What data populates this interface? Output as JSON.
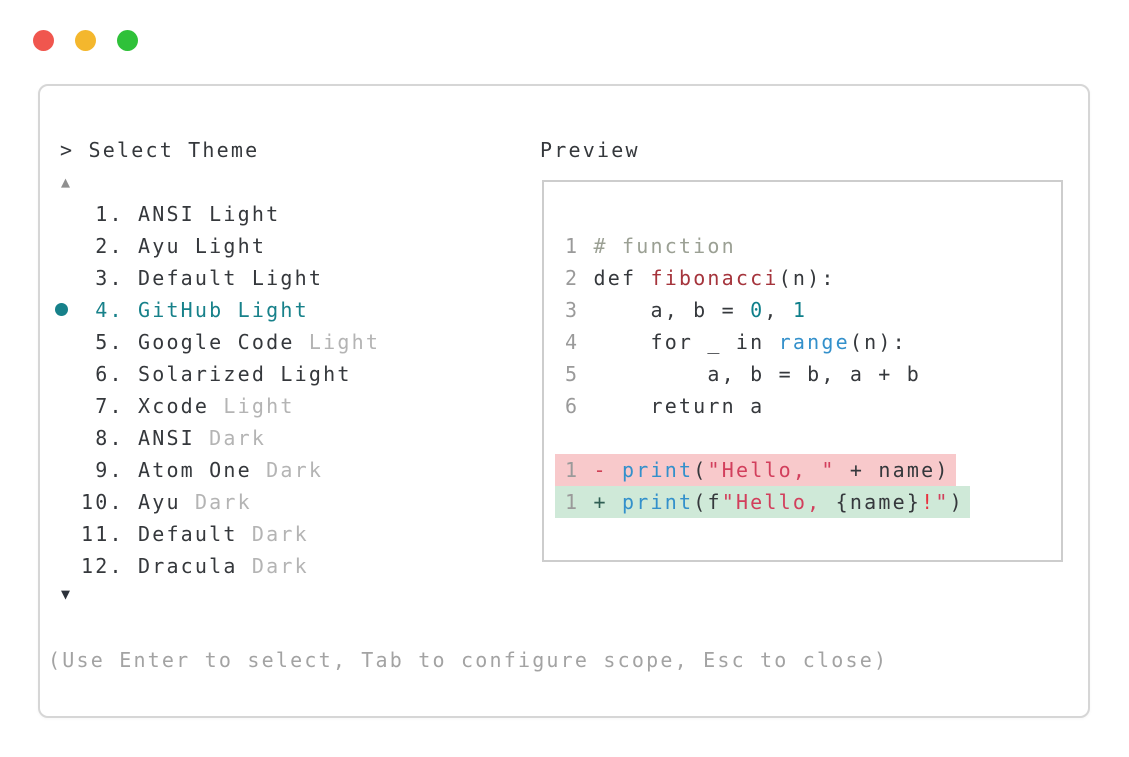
{
  "window_controls": {
    "close_color": "#f0564e",
    "minimize_color": "#f4b72d",
    "zoom_color": "#2fc139"
  },
  "header": {
    "prompt": "> ",
    "title": "Select Theme"
  },
  "preview_panel": {
    "label": "Preview"
  },
  "theme_list": {
    "scroll_up_indicator": "▲",
    "scroll_down_indicator": "▼",
    "selected_item": "GitHub Light",
    "accent_color": "#17818a",
    "muted_color": "#b4b4b4",
    "items": [
      {
        "num": " 1.",
        "main": "ANSI Light",
        "muted": "",
        "selected": false
      },
      {
        "num": " 2.",
        "main": "Ayu Light",
        "muted": "",
        "selected": false
      },
      {
        "num": " 3.",
        "main": "Default Light",
        "muted": "",
        "selected": false
      },
      {
        "num": " 4.",
        "main": "GitHub Light",
        "muted": "",
        "selected": true
      },
      {
        "num": " 5.",
        "main": "Google Code",
        "muted": "Light",
        "selected": false
      },
      {
        "num": " 6.",
        "main": "Solarized Light",
        "muted": "",
        "selected": false
      },
      {
        "num": " 7.",
        "main": "Xcode",
        "muted": "Light",
        "selected": false
      },
      {
        "num": " 8.",
        "main": "ANSI",
        "muted": "Dark",
        "selected": false
      },
      {
        "num": " 9.",
        "main": "Atom One",
        "muted": "Dark",
        "selected": false
      },
      {
        "num": "10.",
        "main": "Ayu",
        "muted": "Dark",
        "selected": false
      },
      {
        "num": "11.",
        "main": "Default",
        "muted": "Dark",
        "selected": false
      },
      {
        "num": "12.",
        "main": "Dracula",
        "muted": "Dark",
        "selected": false
      }
    ]
  },
  "code_preview": {
    "syntax_colors": {
      "fg": "#35383c",
      "comment": "#9ba094",
      "function": "#a5343c",
      "number": "#0e7f8a",
      "builtin": "#3390cb",
      "string": "#d23f5c",
      "diff_minus_sign": "#cf3f55",
      "diff_plus_sign": "#2f5e53",
      "punct_bright": "#e7333f",
      "line_number": "#9a9a9a",
      "removed_bg": "#f8c9cb",
      "added_bg": "#cfe9d8"
    },
    "lines": [
      {
        "num": "1",
        "type": "normal",
        "segments": [
          {
            "t": " # function",
            "c": "comment"
          }
        ]
      },
      {
        "num": "2",
        "type": "normal",
        "segments": [
          {
            "t": " def ",
            "c": "fg"
          },
          {
            "t": "fibonacci",
            "c": "function"
          },
          {
            "t": "(n):",
            "c": "fg"
          }
        ]
      },
      {
        "num": "3",
        "type": "normal",
        "segments": [
          {
            "t": "     a, b = ",
            "c": "fg"
          },
          {
            "t": "0",
            "c": "number"
          },
          {
            "t": ", ",
            "c": "fg"
          },
          {
            "t": "1",
            "c": "number"
          }
        ]
      },
      {
        "num": "4",
        "type": "normal",
        "segments": [
          {
            "t": "     for _ in ",
            "c": "fg"
          },
          {
            "t": "range",
            "c": "builtin"
          },
          {
            "t": "(n):",
            "c": "fg"
          }
        ]
      },
      {
        "num": "5",
        "type": "normal",
        "segments": [
          {
            "t": "         a, b = b, a + b",
            "c": "fg"
          }
        ]
      },
      {
        "num": "6",
        "type": "normal",
        "segments": [
          {
            "t": "     return a",
            "c": "fg"
          }
        ]
      },
      {
        "num": "",
        "type": "blank",
        "segments": []
      },
      {
        "num": "1",
        "type": "removed",
        "segments": [
          {
            "t": " ",
            "c": "fg"
          },
          {
            "t": "-",
            "c": "diff_minus_sign"
          },
          {
            "t": " ",
            "c": "fg"
          },
          {
            "t": "print",
            "c": "builtin"
          },
          {
            "t": "(",
            "c": "fg"
          },
          {
            "t": "\"Hello, \"",
            "c": "string"
          },
          {
            "t": " + name)",
            "c": "fg"
          }
        ]
      },
      {
        "num": "1",
        "type": "added",
        "segments": [
          {
            "t": " ",
            "c": "fg"
          },
          {
            "t": "+",
            "c": "diff_plus_sign"
          },
          {
            "t": " ",
            "c": "fg"
          },
          {
            "t": "print",
            "c": "builtin"
          },
          {
            "t": "(f",
            "c": "fg"
          },
          {
            "t": "\"Hello, ",
            "c": "string"
          },
          {
            "t": "{name}",
            "c": "fg"
          },
          {
            "t": "!",
            "c": "punct_bright"
          },
          {
            "t": "\"",
            "c": "string"
          },
          {
            "t": ")",
            "c": "fg"
          }
        ]
      }
    ]
  },
  "footer": {
    "hint": "(Use Enter to select, Tab to configure scope, Esc to close)"
  }
}
